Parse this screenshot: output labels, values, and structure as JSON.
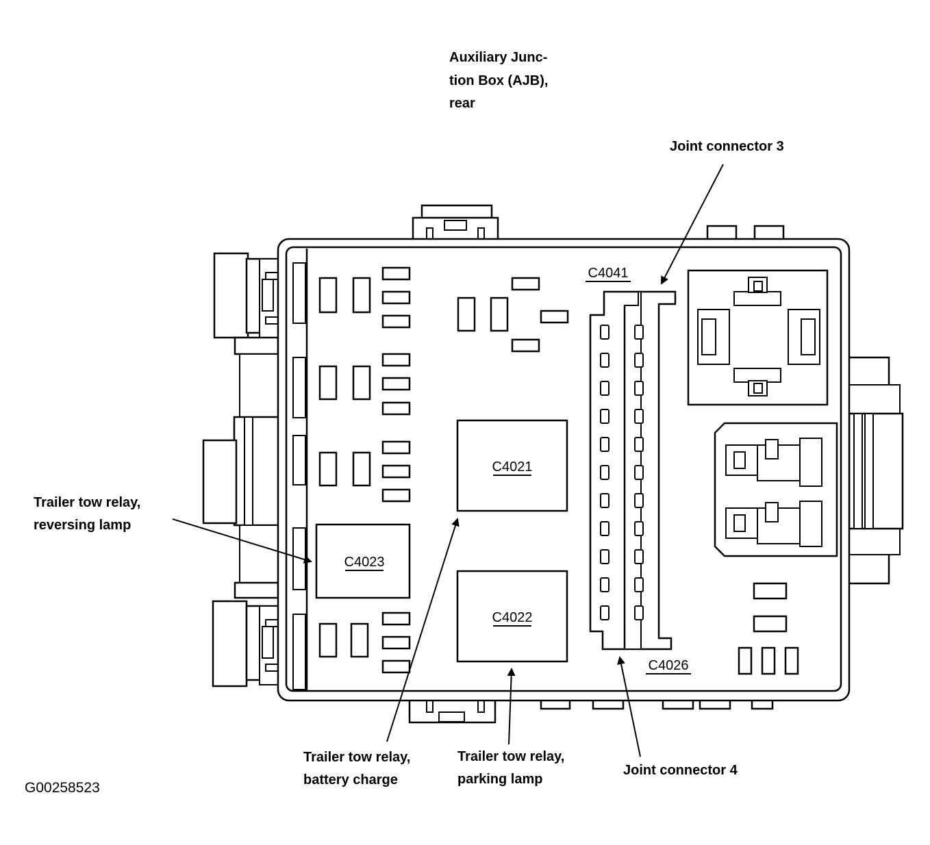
{
  "title_lines": [
    "Auxiliary Junc-",
    "tion Box (AJB),",
    "rear"
  ],
  "callouts": {
    "joint_connector_3": [
      "Joint connector 3"
    ],
    "reversing_lamp": [
      "Trailer tow relay,",
      "reversing lamp"
    ],
    "battery_charge": [
      "Trailer tow relay,",
      "battery charge"
    ],
    "parking_lamp": [
      "Trailer tow relay,",
      "parking lamp"
    ],
    "joint_connector_4": [
      "Joint connector 4"
    ]
  },
  "connectors": {
    "c4041": "C4041",
    "c4021": "C4021",
    "c4023": "C4023",
    "c4022": "C4022",
    "c4026": "C4026"
  },
  "figure_id": "G00258523"
}
